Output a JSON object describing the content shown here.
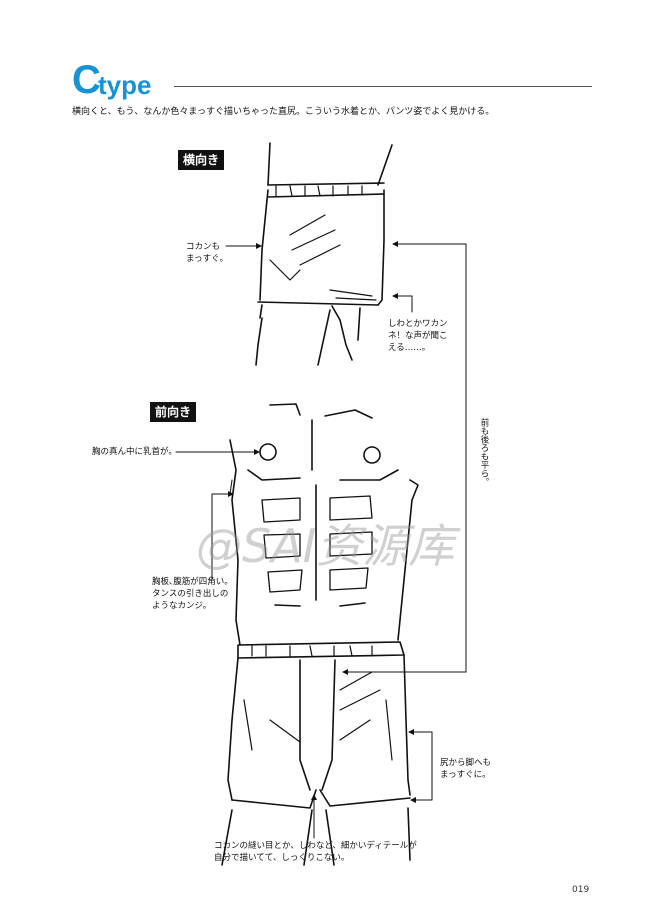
{
  "header": {
    "title_letter": "C",
    "title_rest": "type",
    "intro": "横向くと、もう、なんか色々まっすぐ描いちゃった直尻。こういう水着とか、パンツ姿でよく見かける。"
  },
  "sections": {
    "side_label": "横向き",
    "front_label": "前向き"
  },
  "notes": {
    "crotch_straight": "コカンも\nまっすぐ。",
    "wrinkles": "しわとかワカン\nネ！な声が聞こ\nえる……。",
    "front_back_flat": "前も後ろも平ら。",
    "nipple": "胸の真ん中に乳首が。",
    "chest_abs": "胸板､腹筋が四角い。\nタンスの引き出しの\nようなカンジ。",
    "butt_to_leg": "尻から脚へも\nまっすぐに。",
    "details": "コカンの縫い目とか、しわなど、細かいディテールが\n自分で描いてて、しっくりこない。"
  },
  "watermark": "@SAI资源库",
  "page_number": "019",
  "colors": {
    "accent": "#1793d4",
    "ink": "#111111"
  }
}
